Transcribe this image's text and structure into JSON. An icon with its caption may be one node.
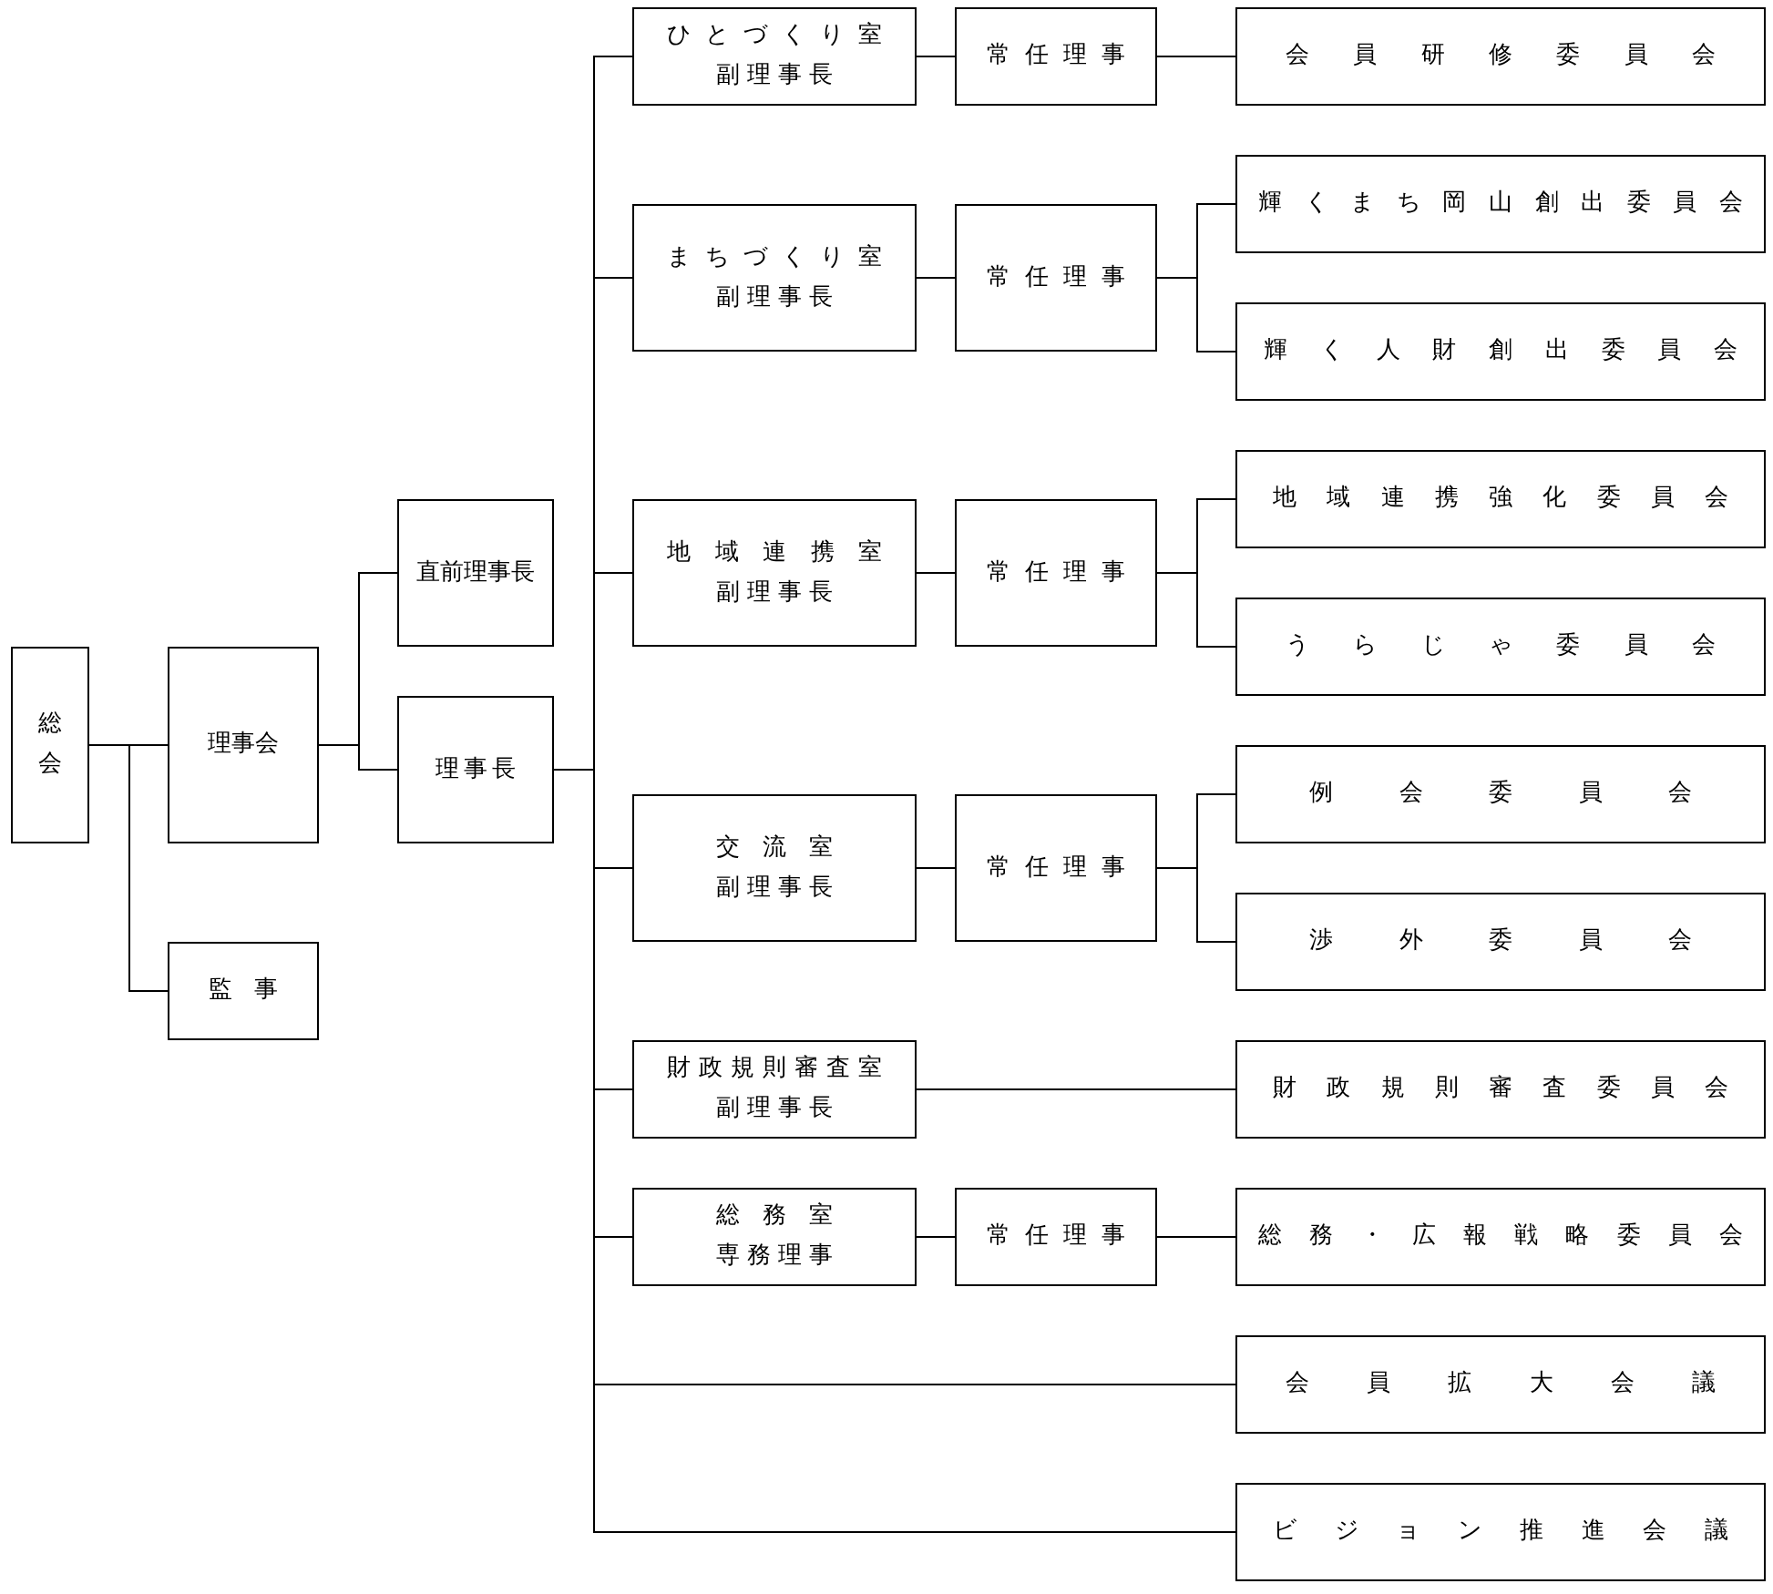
{
  "diagram": {
    "nodes": [
      {
        "text": [
          "総会"
        ]
      },
      {
        "text": [
          "理事会"
        ]
      },
      {
        "text": [
          "監事"
        ]
      },
      {
        "text": [
          "直前理事長"
        ]
      },
      {
        "text": [
          "理事長"
        ]
      },
      {
        "text": [
          "ひとづくり室",
          "副理事長"
        ]
      },
      {
        "text": [
          "常任理事"
        ]
      },
      {
        "text": [
          "会員研修委員会"
        ]
      },
      {
        "text": [
          "まちづくり室",
          "副理事長"
        ]
      },
      {
        "text": [
          "常任理事"
        ]
      },
      {
        "text": [
          "輝くまち岡山創出委員会"
        ]
      },
      {
        "text": [
          "輝く人財創出委員会"
        ]
      },
      {
        "text": [
          "地域連携室",
          "副理事長"
        ]
      },
      {
        "text": [
          "常任理事"
        ]
      },
      {
        "text": [
          "地域連携強化委員会"
        ]
      },
      {
        "text": [
          "うらじゃ委員会"
        ]
      },
      {
        "text": [
          "交流室",
          "副理事長"
        ]
      },
      {
        "text": [
          "常任理事"
        ]
      },
      {
        "text": [
          "例会委員会"
        ]
      },
      {
        "text": [
          "渉外委員会"
        ]
      },
      {
        "text": [
          "財政規則審査室",
          "副理事長"
        ]
      },
      {
        "text": [
          "財政規則審査委員会"
        ]
      },
      {
        "text": [
          "総務室",
          "専務理事"
        ]
      },
      {
        "text": [
          "常任理事"
        ]
      },
      {
        "text": [
          "総務・広報戦略委員会"
        ]
      },
      {
        "text": [
          "会員拡大会議"
        ]
      },
      {
        "text": [
          "ビジョン推進会議"
        ]
      }
    ],
    "edges": [
      {
        "from": 0,
        "to": 1,
        "arrow": "none"
      },
      {
        "from": 0,
        "to": 2,
        "arrow": "none"
      },
      {
        "from": 1,
        "to": 3,
        "arrow": "none"
      },
      {
        "from": 1,
        "to": 4,
        "arrow": "none"
      },
      {
        "from": 4,
        "to": 5,
        "arrow": "none"
      },
      {
        "from": 4,
        "to": 8,
        "arrow": "none"
      },
      {
        "from": 4,
        "to": 12,
        "arrow": "none"
      },
      {
        "from": 4,
        "to": 16,
        "arrow": "none"
      },
      {
        "from": 4,
        "to": 20,
        "arrow": "none"
      },
      {
        "from": 4,
        "to": 22,
        "arrow": "none"
      },
      {
        "from": 4,
        "to": 25,
        "arrow": "none"
      },
      {
        "from": 4,
        "to": 26,
        "arrow": "none"
      },
      {
        "from": 5,
        "to": 6,
        "arrow": "none"
      },
      {
        "from": 6,
        "to": 7,
        "arrow": "none"
      },
      {
        "from": 8,
        "to": 9,
        "arrow": "none"
      },
      {
        "from": 9,
        "to": 10,
        "arrow": "none"
      },
      {
        "from": 9,
        "to": 11,
        "arrow": "none"
      },
      {
        "from": 12,
        "to": 13,
        "arrow": "none"
      },
      {
        "from": 13,
        "to": 14,
        "arrow": "none"
      },
      {
        "from": 13,
        "to": 15,
        "arrow": "none"
      },
      {
        "from": 16,
        "to": 17,
        "arrow": "none"
      },
      {
        "from": 17,
        "to": 18,
        "arrow": "none"
      },
      {
        "from": 17,
        "to": 19,
        "arrow": "none"
      },
      {
        "from": 20,
        "to": 21,
        "arrow": "none"
      },
      {
        "from": 22,
        "to": 23,
        "arrow": "none"
      },
      {
        "from": 23,
        "to": 24,
        "arrow": "none"
      }
    ]
  }
}
